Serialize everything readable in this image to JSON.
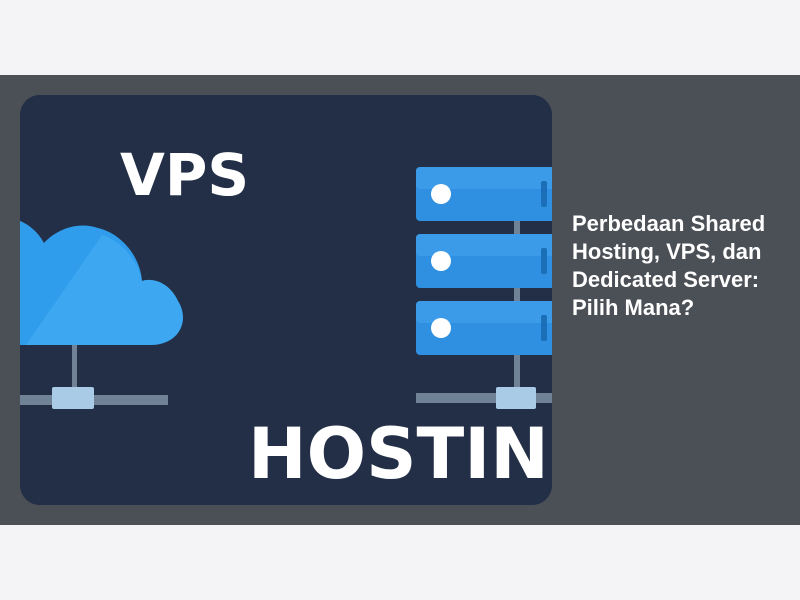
{
  "article": {
    "title": "Perbedaan Shared Hosting, VPS, dan Dedicated Server: Pilih Mana?"
  },
  "thumbnail": {
    "heading_text": "VPS",
    "footer_text": "HOSTIN",
    "background_color": "#222f46",
    "cloud_color": "#2f9cec",
    "server_color": "#2f8fe0"
  },
  "colors": {
    "page_background": "#f4f4f6",
    "band_background": "#4b4f56",
    "title_text": "#ffffff"
  }
}
